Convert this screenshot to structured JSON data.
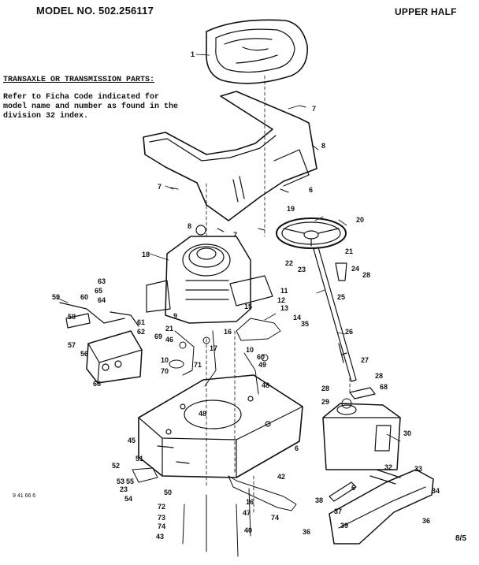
{
  "header": {
    "model": "MODEL NO. 502.256117",
    "section": "UPPER HALF"
  },
  "note": {
    "title": "TRANSAXLE OR TRANSMISSION PARTS:",
    "lines": [
      "Refer to Ficha Code indicated for",
      "model name and number as found in the",
      "division 32 index."
    ]
  },
  "footer": {
    "drawing_code": "9 41 66 6",
    "page": "8/5"
  },
  "callouts": [
    {
      "label": "1"
    },
    {
      "label": "7"
    },
    {
      "label": "8"
    },
    {
      "label": "7"
    },
    {
      "label": "6"
    },
    {
      "label": "19"
    },
    {
      "label": "20"
    },
    {
      "label": "8"
    },
    {
      "label": "7"
    },
    {
      "label": "18"
    },
    {
      "label": "21"
    },
    {
      "label": "22"
    },
    {
      "label": "23"
    },
    {
      "label": "24"
    },
    {
      "label": "28"
    },
    {
      "label": "63"
    },
    {
      "label": "65"
    },
    {
      "label": "64"
    },
    {
      "label": "59"
    },
    {
      "label": "60"
    },
    {
      "label": "11"
    },
    {
      "label": "12"
    },
    {
      "label": "13"
    },
    {
      "label": "14"
    },
    {
      "label": "15"
    },
    {
      "label": "25"
    },
    {
      "label": "9"
    },
    {
      "label": "58"
    },
    {
      "label": "61"
    },
    {
      "label": "62"
    },
    {
      "label": "35"
    },
    {
      "label": "21"
    },
    {
      "label": "46"
    },
    {
      "label": "16"
    },
    {
      "label": "26"
    },
    {
      "label": "57"
    },
    {
      "label": "69"
    },
    {
      "label": "56"
    },
    {
      "label": "17"
    },
    {
      "label": "10"
    },
    {
      "label": "10"
    },
    {
      "label": "60"
    },
    {
      "label": "71"
    },
    {
      "label": "49"
    },
    {
      "label": "27"
    },
    {
      "label": "70"
    },
    {
      "label": "28"
    },
    {
      "label": "66"
    },
    {
      "label": "48"
    },
    {
      "label": "28"
    },
    {
      "label": "68"
    },
    {
      "label": "29"
    },
    {
      "label": "48"
    },
    {
      "label": "30"
    },
    {
      "label": "45"
    },
    {
      "label": "6"
    },
    {
      "label": "52"
    },
    {
      "label": "51"
    },
    {
      "label": "53"
    },
    {
      "label": "55"
    },
    {
      "label": "23"
    },
    {
      "label": "54"
    },
    {
      "label": "42"
    },
    {
      "label": "32"
    },
    {
      "label": "33"
    },
    {
      "label": "50"
    },
    {
      "label": "6"
    },
    {
      "label": "34"
    },
    {
      "label": "72"
    },
    {
      "label": "16"
    },
    {
      "label": "38"
    },
    {
      "label": "47"
    },
    {
      "label": "73"
    },
    {
      "label": "37"
    },
    {
      "label": "74"
    },
    {
      "label": "74"
    },
    {
      "label": "39"
    },
    {
      "label": "43"
    },
    {
      "label": "40"
    },
    {
      "label": "36"
    },
    {
      "label": "36"
    }
  ]
}
